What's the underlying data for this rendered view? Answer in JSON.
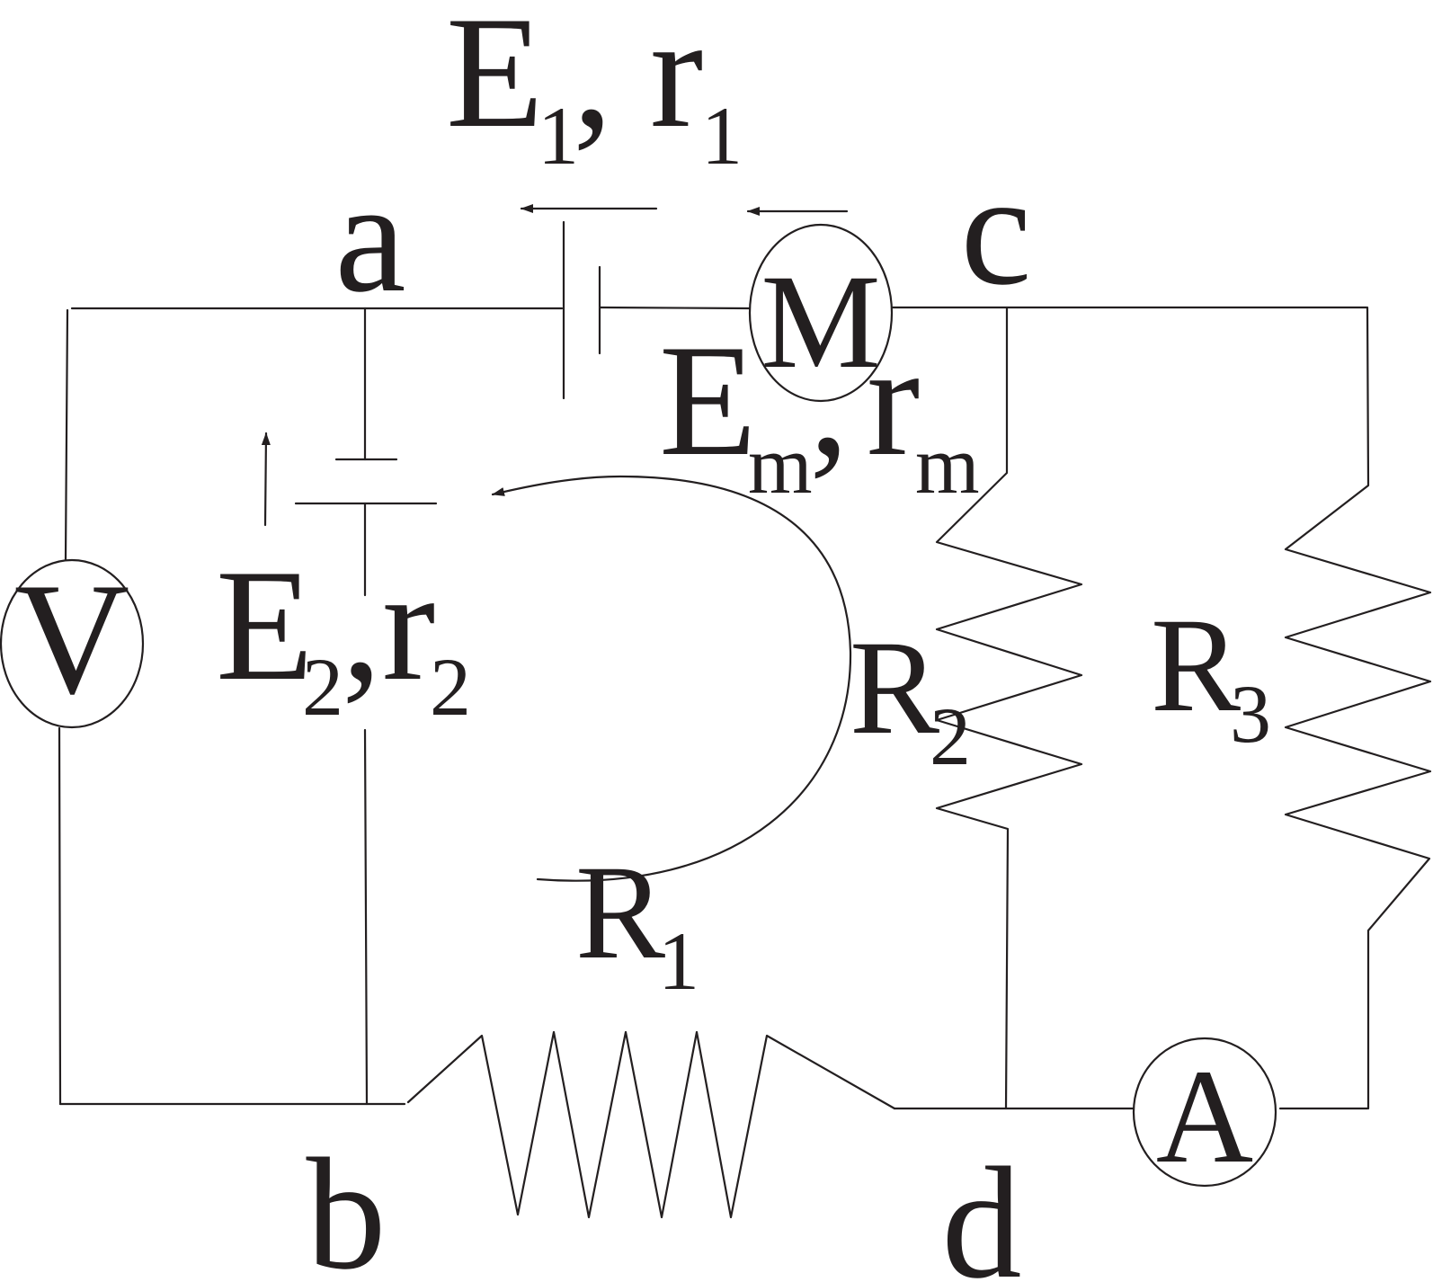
{
  "labels": {
    "node_a": "a",
    "node_b": "b",
    "node_c": "c",
    "node_d": "d",
    "source1": {
      "main": "E",
      "sub": "1",
      "comma": ",",
      "r": "r",
      "r_sub": "1"
    },
    "source2": {
      "main": "E",
      "sub": "2",
      "comma": ",",
      "r": "r",
      "r_sub": "2"
    },
    "motor_emf": {
      "main": "E",
      "sub": "m",
      "comma": ",",
      "r": "r",
      "r_sub": "m"
    },
    "r1": {
      "main": "R",
      "sub": "1"
    },
    "r2": {
      "main": "R",
      "sub": "2"
    },
    "r3": {
      "main": "R",
      "sub": "3"
    },
    "voltmeter": "V",
    "motor": "M",
    "ammeter": "A"
  },
  "colors": {
    "ink": "#231f20",
    "background": "#ffffff"
  }
}
